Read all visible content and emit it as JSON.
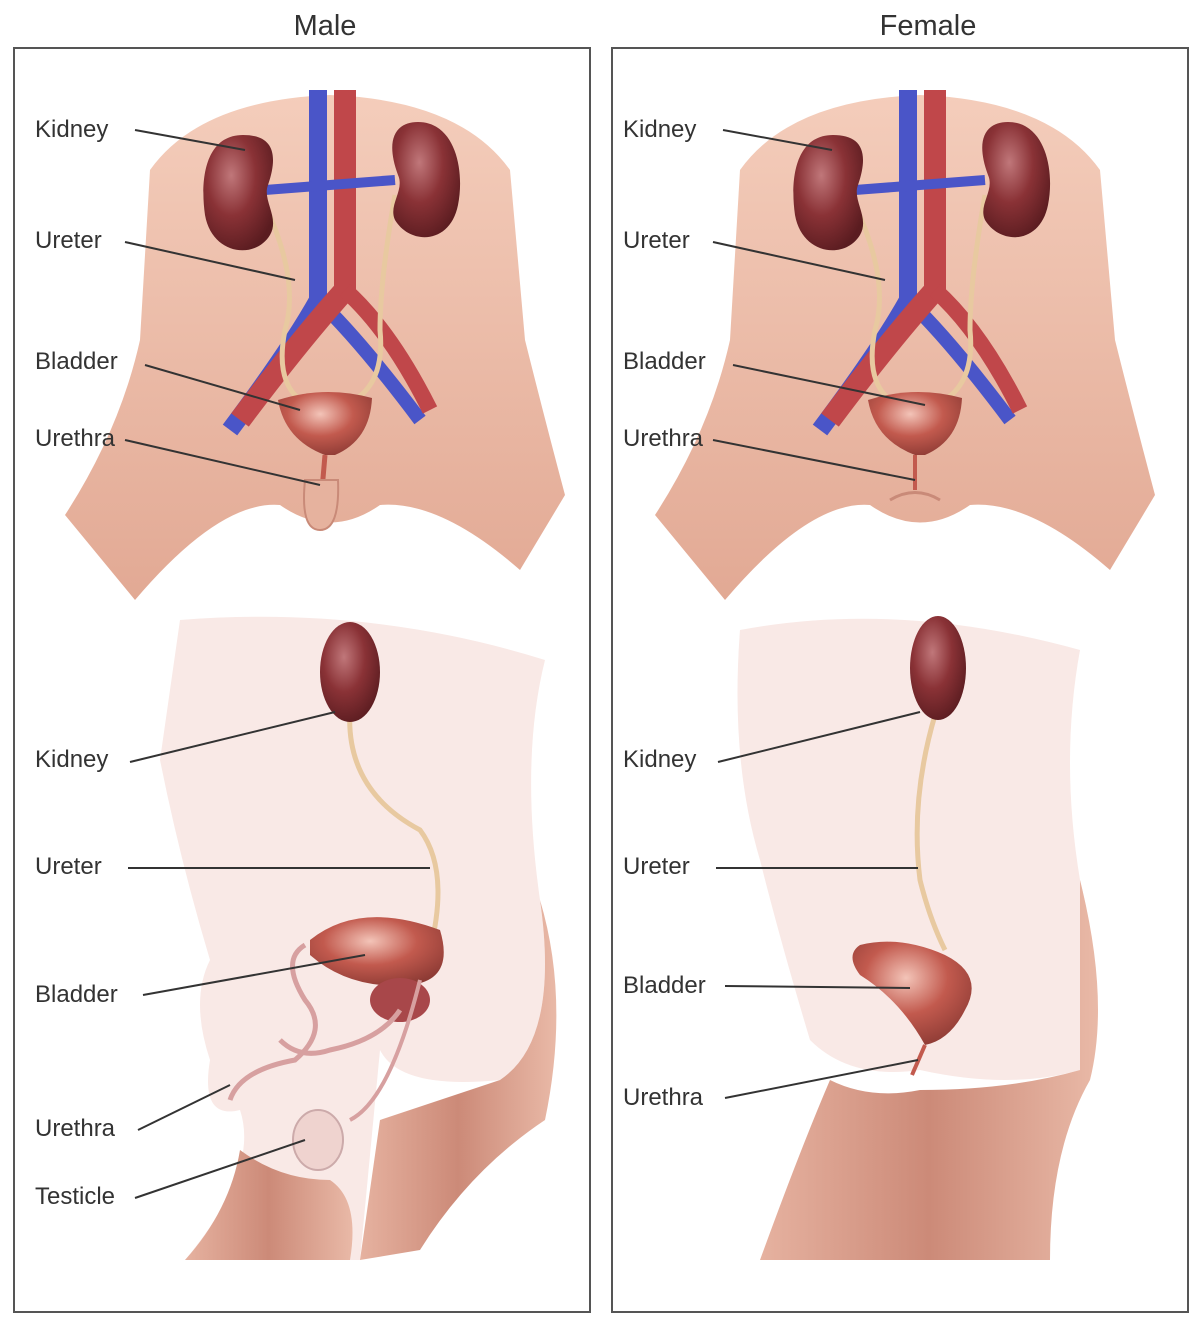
{
  "panels": [
    {
      "title": "Male",
      "front_labels": [
        "Kidney",
        "Ureter",
        "Bladder",
        "Urethra"
      ],
      "side_labels": [
        "Kidney",
        "Ureter",
        "Bladder",
        "Urethra",
        "Testicle"
      ]
    },
    {
      "title": "Female",
      "front_labels": [
        "Kidney",
        "Ureter",
        "Bladder",
        "Urethra"
      ],
      "side_labels": [
        "Kidney",
        "Ureter",
        "Bladder",
        "Urethra"
      ]
    }
  ],
  "colors": {
    "skin": "#f0c2ae",
    "skin_shadow": "#d89a86",
    "body_light": "#f9e9e6",
    "kidney": "#8a3236",
    "vein": "#4a55c8",
    "artery": "#c0474a",
    "bladder": "#c25a4e",
    "ureter": "#e8c9a0"
  }
}
